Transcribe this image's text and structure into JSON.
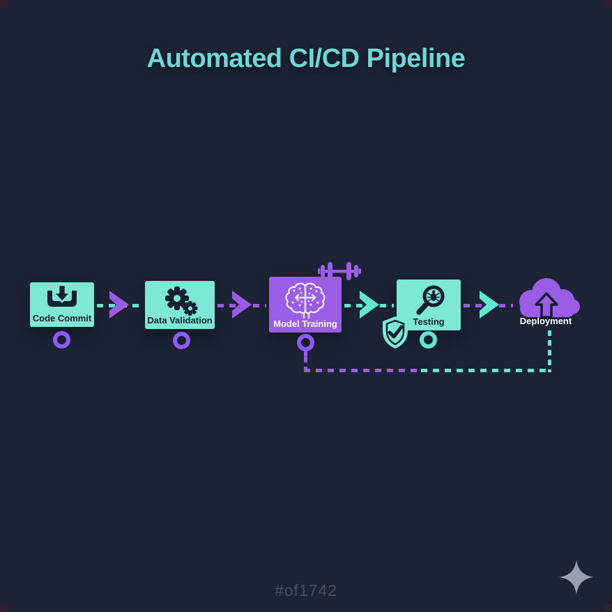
{
  "title": "Automated CI/CD Pipeline",
  "stages": [
    {
      "label": "Code Commit",
      "icon": "commit-download-icon",
      "variant": "teal"
    },
    {
      "label": "Data Validation",
      "icon": "gears-icon",
      "variant": "teal"
    },
    {
      "label": "Model Training",
      "icon": "brain-icon",
      "variant": "purple",
      "badge": "dumbbell-icon"
    },
    {
      "label": "Testing",
      "icon": "bug-search-icon",
      "variant": "teal",
      "badge": "shield-check-icon"
    },
    {
      "label": "Deployment",
      "icon": "cloud-upload-icon",
      "variant": "cloud"
    }
  ],
  "flow": {
    "arrows": [
      {
        "from": "Code Commit",
        "to": "Data Validation",
        "dash_color": "#5FE9D0",
        "head_color": "#9A5BE8"
      },
      {
        "from": "Data Validation",
        "to": "Model Training",
        "dash_color": "#9A5BE8",
        "head_color": "#9A5BE8"
      },
      {
        "from": "Model Training",
        "to": "Testing",
        "dash_color": "#5FE9D0",
        "head_color": "#5FE9D0"
      },
      {
        "from": "Testing",
        "to": "Deployment",
        "dash_color": "#9A5BE8",
        "head_color": "#5FE9D0"
      }
    ],
    "feedback_loop": {
      "from": "Deployment",
      "to": "Model Training",
      "colors": [
        "#9A5BE8",
        "#5FE9D0"
      ]
    }
  },
  "colors": {
    "background": "#1B2334",
    "title": "#6FD8D6",
    "teal_box": "#7DE8D3",
    "purple_box": "#9B5CE6",
    "teal_accent": "#5FE9D0",
    "purple_accent": "#9A5BE8",
    "ring_purple": "#8B5CF6",
    "dark_icon": "#16202F",
    "white_text": "#FFFFFF",
    "watermark": "#454F66",
    "sparkle": "#98A1B3"
  },
  "watermark": "#of1742"
}
